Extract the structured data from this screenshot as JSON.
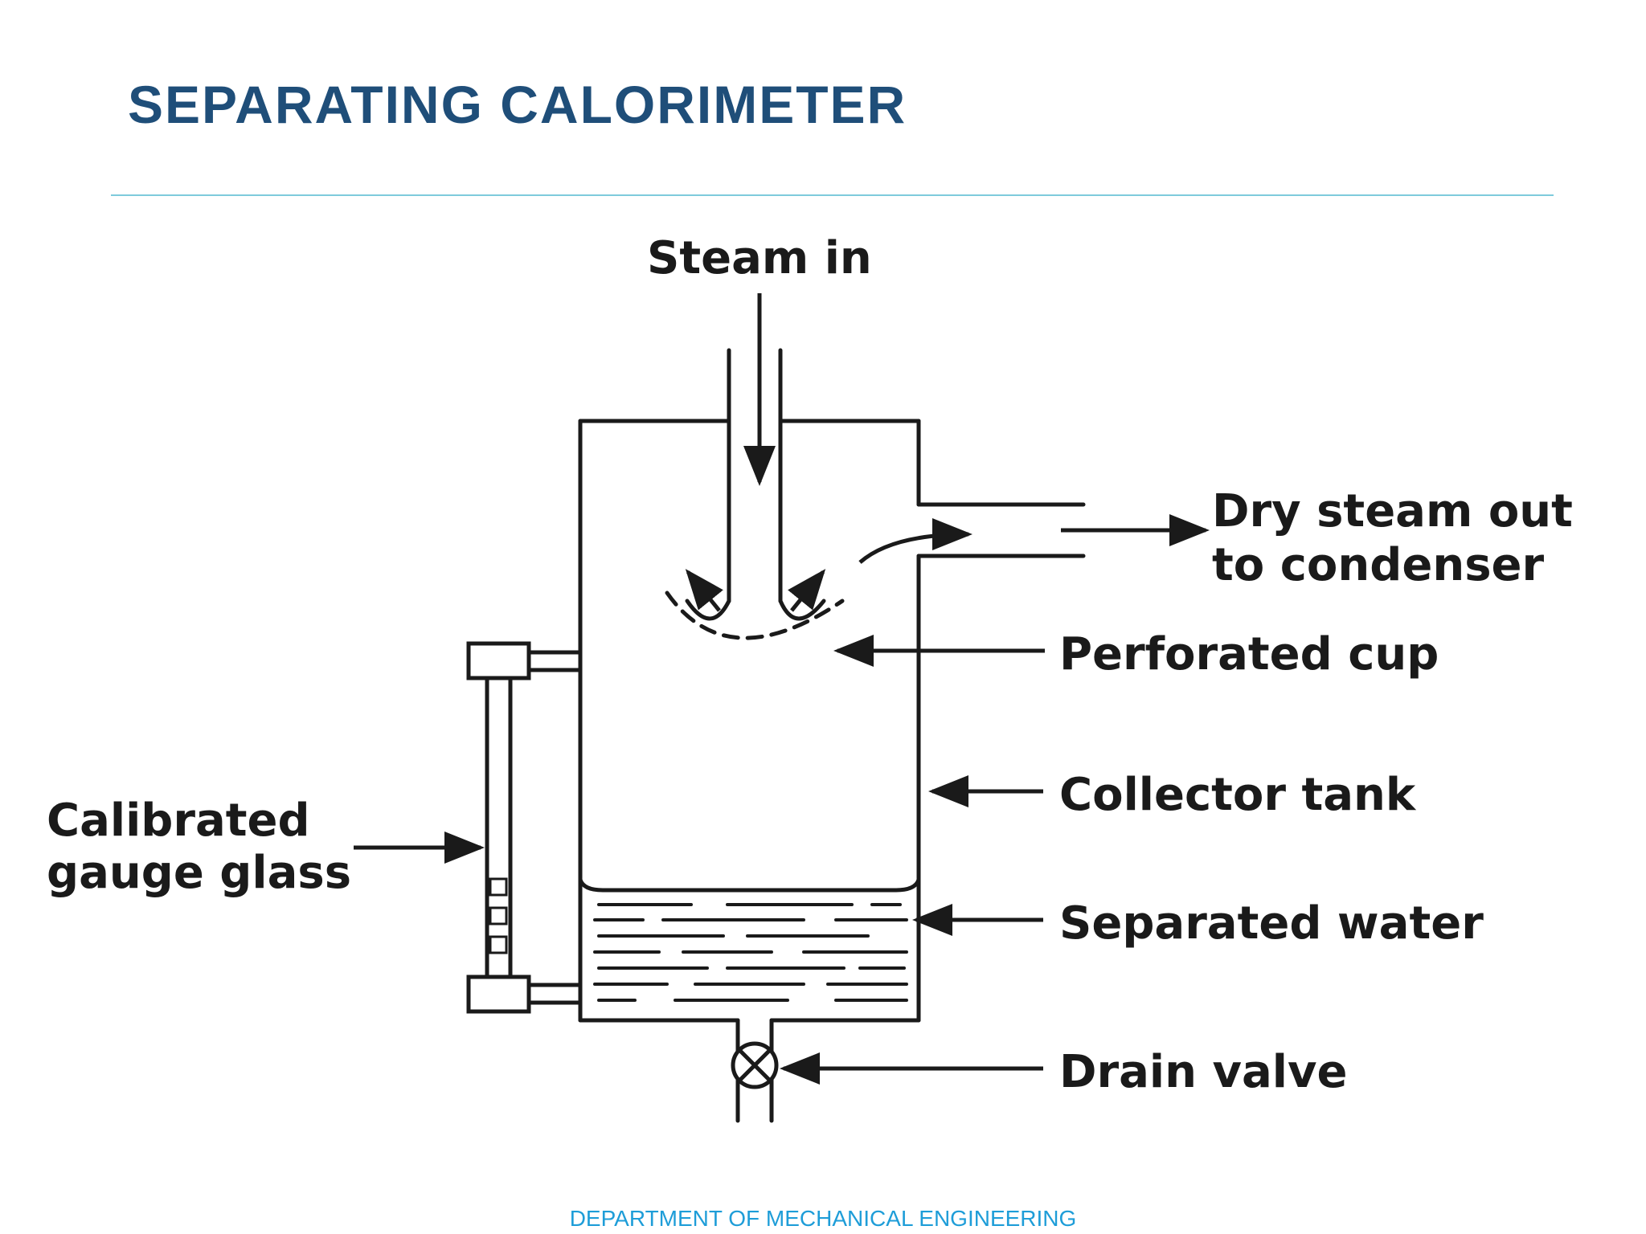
{
  "slide": {
    "title": "SEPARATING CALORIMETER",
    "footer": "DEPARTMENT OF MECHANICAL ENGINEERING"
  },
  "diagram": {
    "labels": {
      "steam_in": "Steam in",
      "dry_steam_line1": "Dry steam out",
      "dry_steam_line2": "to condenser",
      "perforated_cup": "Perforated cup",
      "collector_tank": "Collector tank",
      "separated_water": "Separated water",
      "drain_valve": "Drain valve",
      "gauge_line1": "Calibrated",
      "gauge_line2": "gauge glass"
    }
  },
  "colors": {
    "title": "#1f4e79",
    "rule": "#7ecbdc",
    "footer": "#1e9dd8",
    "ink": "#1a1a1a"
  }
}
